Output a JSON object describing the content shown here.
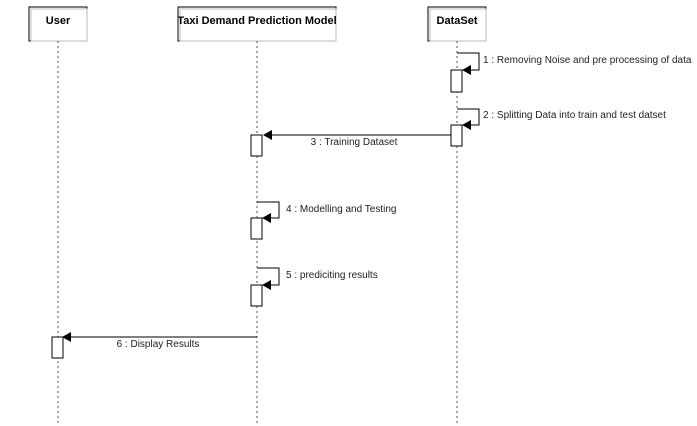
{
  "diagram": {
    "actors": [
      {
        "id": "user",
        "label": "User"
      },
      {
        "id": "model",
        "label": "Taxi Demand Prediction Model"
      },
      {
        "id": "dataset",
        "label": "DataSet"
      }
    ],
    "messages": [
      {
        "id": "m1",
        "label": "1 : Removing Noise and pre processing of data",
        "from": "dataset",
        "to": "dataset"
      },
      {
        "id": "m2",
        "label": "2 : Splitting Data into train and test datset",
        "from": "dataset",
        "to": "dataset"
      },
      {
        "id": "m3",
        "label": "3 : Training Dataset",
        "from": "dataset",
        "to": "model"
      },
      {
        "id": "m4",
        "label": "4 : Modelling and Testing",
        "from": "model",
        "to": "model"
      },
      {
        "id": "m5",
        "label": "5 : prediciting results",
        "from": "model",
        "to": "model"
      },
      {
        "id": "m6",
        "label": "6 : Display Results",
        "from": "model",
        "to": "user"
      }
    ]
  }
}
